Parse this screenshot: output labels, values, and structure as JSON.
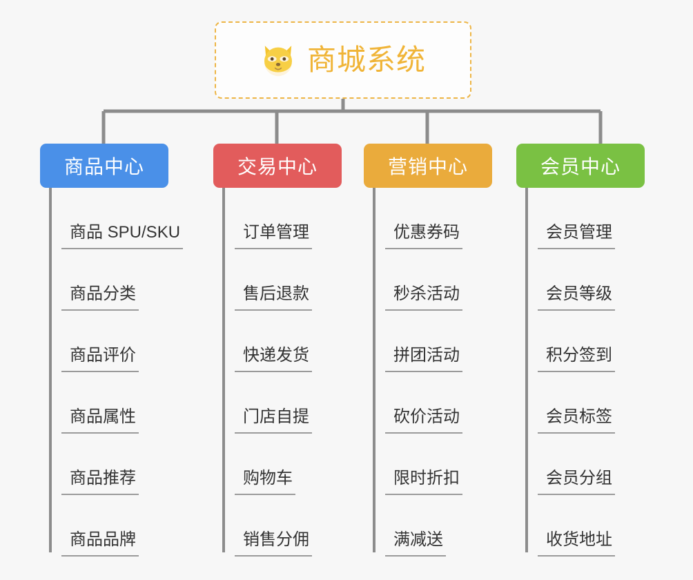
{
  "page": {
    "background_color": "#f7f7f7",
    "type": "org-chart"
  },
  "root": {
    "title": "商城系统",
    "icon": "shiba-dog-face-icon",
    "text_color": "#f0b437",
    "border_color": "#edb545",
    "background_color": "#fdfdfd"
  },
  "connector_color": "#8c8c8c",
  "columns": [
    {
      "id": "product-center",
      "label": "商品中心",
      "color": "#4a90e8",
      "items": [
        "商品 SPU/SKU",
        "商品分类",
        "商品评价",
        "商品属性",
        "商品推荐",
        "商品品牌"
      ]
    },
    {
      "id": "trade-center",
      "label": "交易中心",
      "color": "#e25c5c",
      "items": [
        "订单管理",
        "售后退款",
        "快递发货",
        "门店自提",
        "购物车",
        "销售分佣"
      ]
    },
    {
      "id": "marketing-center",
      "label": "营销中心",
      "color": "#eaab3c",
      "items": [
        "优惠券码",
        "秒杀活动",
        "拼团活动",
        "砍价活动",
        "限时折扣",
        "满减送"
      ]
    },
    {
      "id": "member-center",
      "label": "会员中心",
      "color": "#7ac143",
      "items": [
        "会员管理",
        "会员等级",
        "积分签到",
        "会员标签",
        "会员分组",
        "收货地址"
      ]
    }
  ]
}
